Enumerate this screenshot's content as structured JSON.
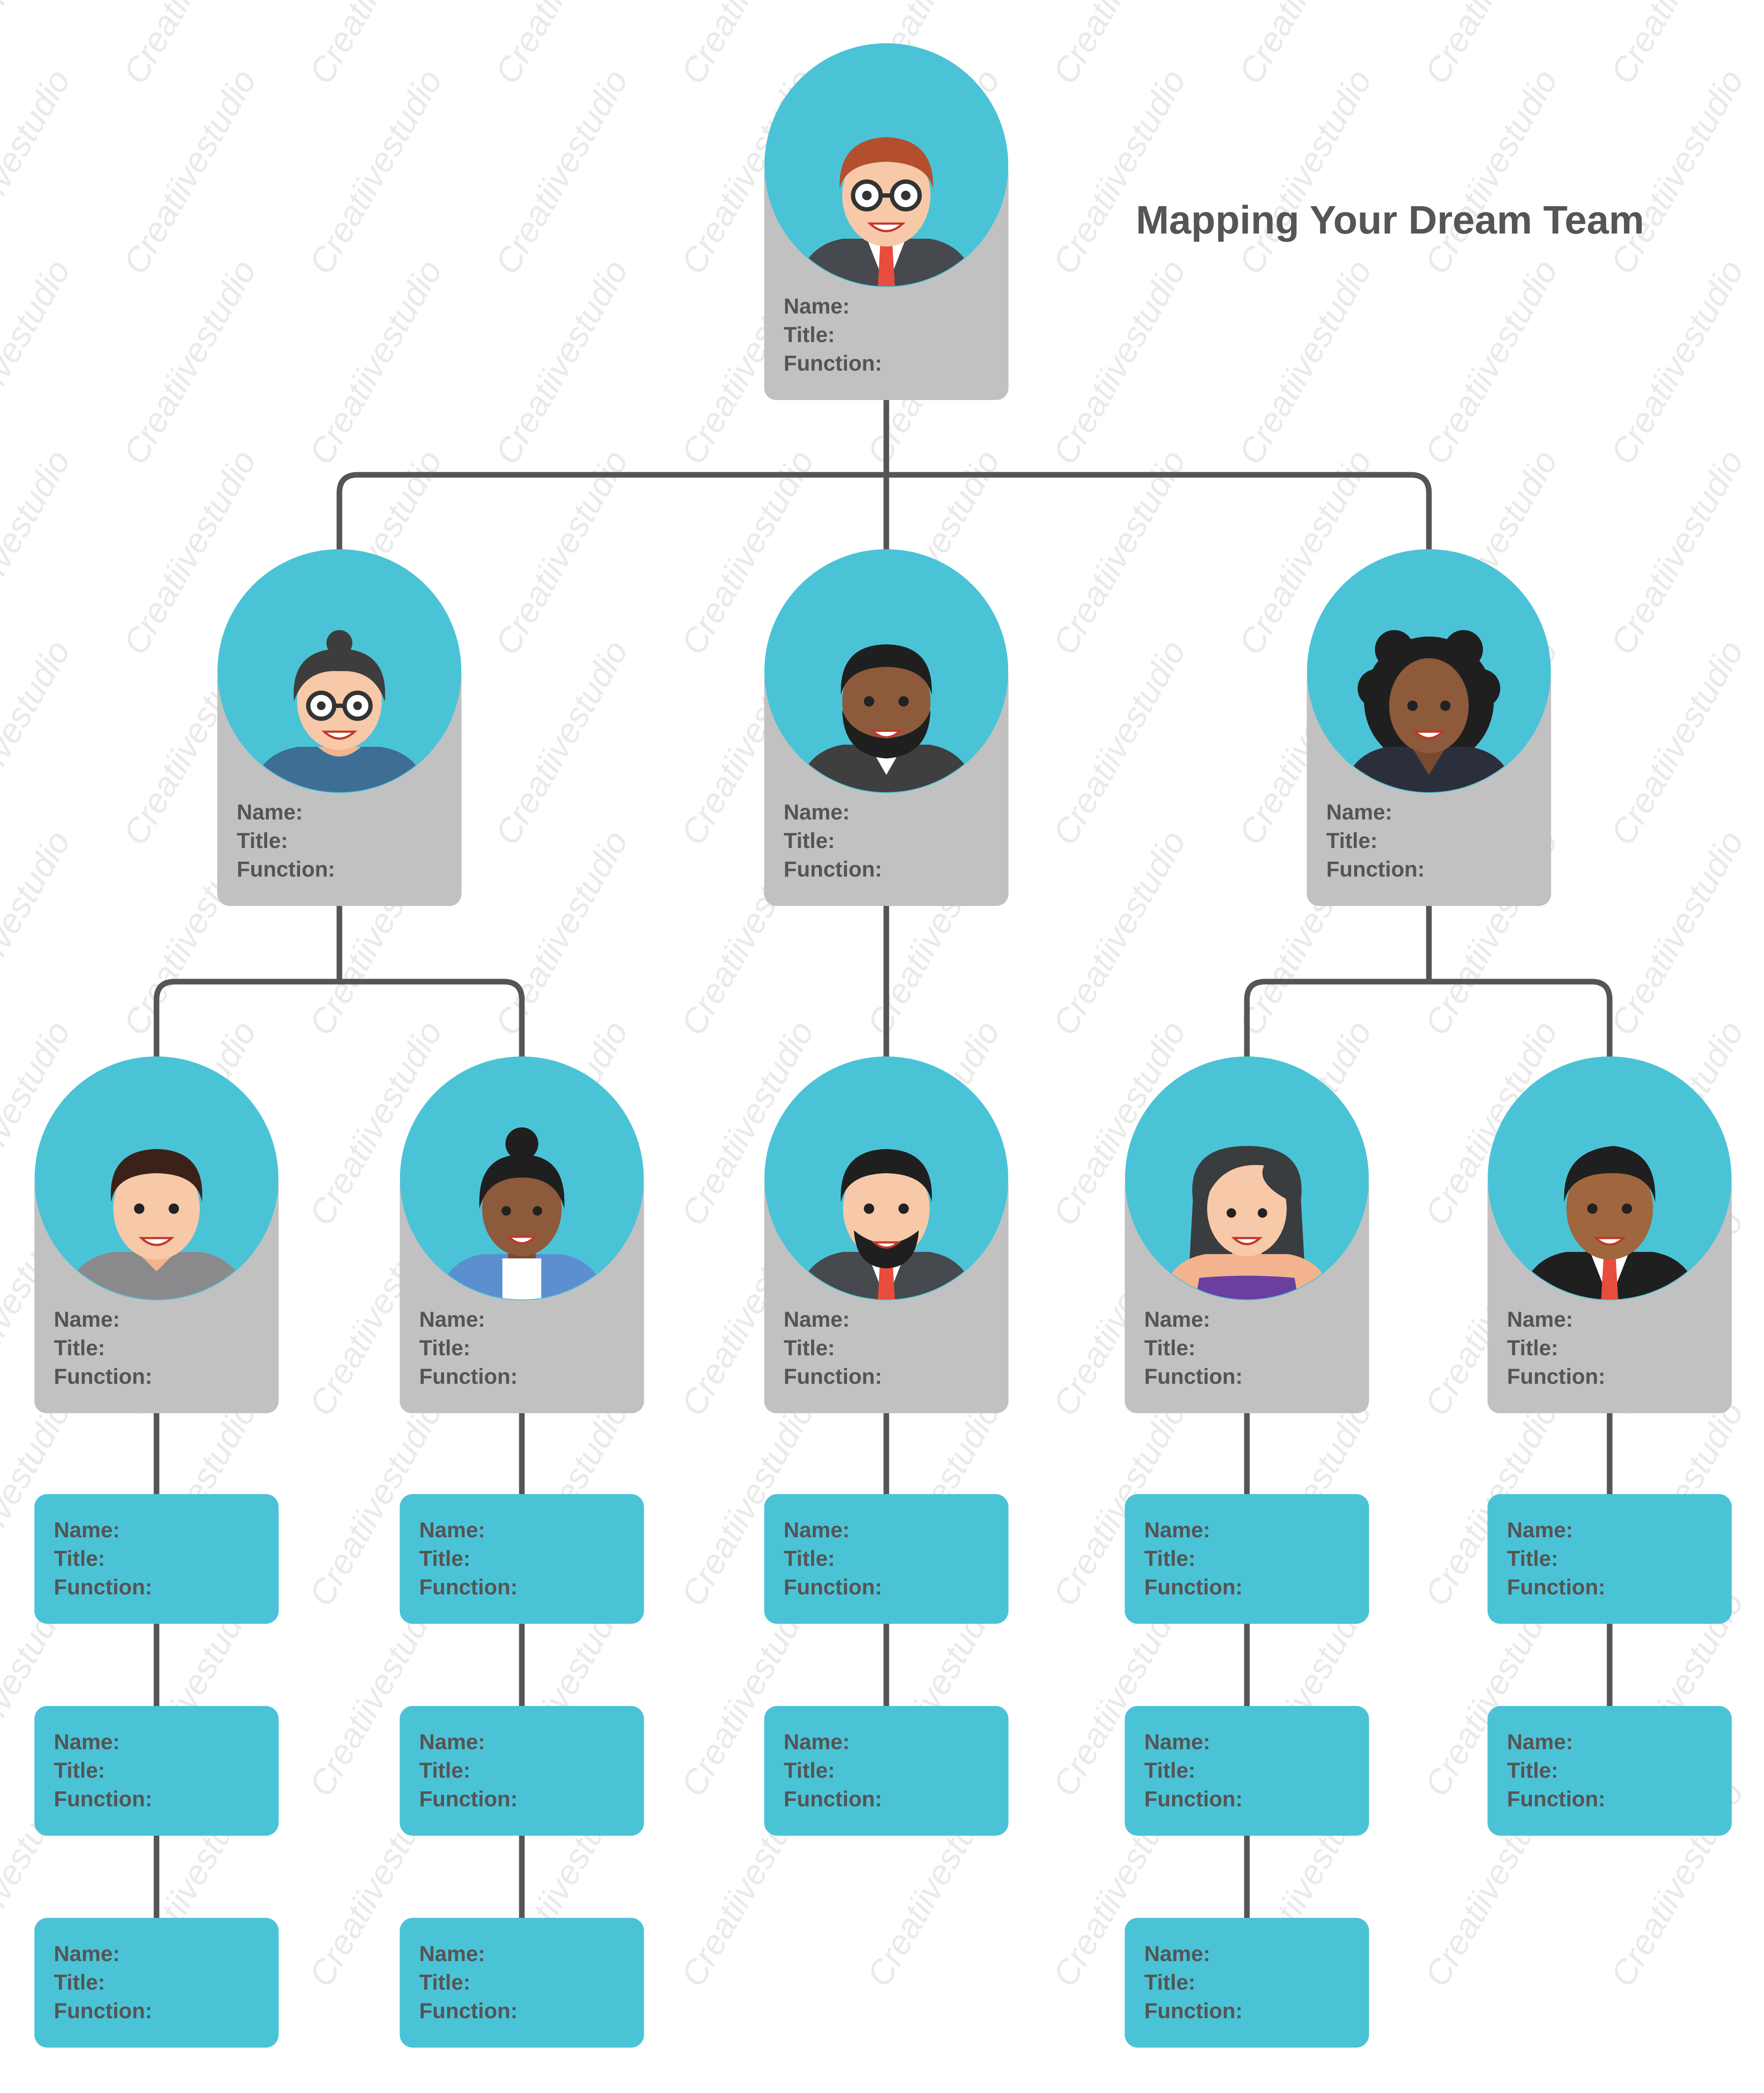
{
  "title": "Mapping Your Dream Team",
  "watermark": "Creatiivestudio",
  "labels": {
    "name": "Name:",
    "title": "Title:",
    "function": "Function:"
  },
  "colors": {
    "avatar_bg": "#4bc3d7",
    "card_gray": "#c1c1c1",
    "card_teal": "#4bc3d7",
    "connector": "#555555",
    "text": "#555555"
  },
  "org_chart": {
    "head": {
      "id": "ceo",
      "avatar": "man-glasses-suit-avatar"
    },
    "managers": [
      {
        "id": "manager-left",
        "avatar": "woman-glasses-bun-avatar",
        "reports": [
          {
            "id": "lead-1",
            "avatar": "man-gray-sweater-avatar",
            "members": 3
          },
          {
            "id": "lead-2",
            "avatar": "woman-blue-cardigan-avatar",
            "members": 3
          }
        ]
      },
      {
        "id": "manager-center",
        "avatar": "bearded-man-dark-suit-avatar",
        "reports": [
          {
            "id": "lead-3",
            "avatar": "bearded-man-suit-avatar",
            "members": 2
          }
        ]
      },
      {
        "id": "manager-right",
        "avatar": "woman-curly-hair-avatar",
        "reports": [
          {
            "id": "lead-4",
            "avatar": "woman-long-hair-avatar",
            "members": 3
          },
          {
            "id": "lead-5",
            "avatar": "man-black-suit-avatar",
            "members": 2
          }
        ]
      }
    ]
  }
}
